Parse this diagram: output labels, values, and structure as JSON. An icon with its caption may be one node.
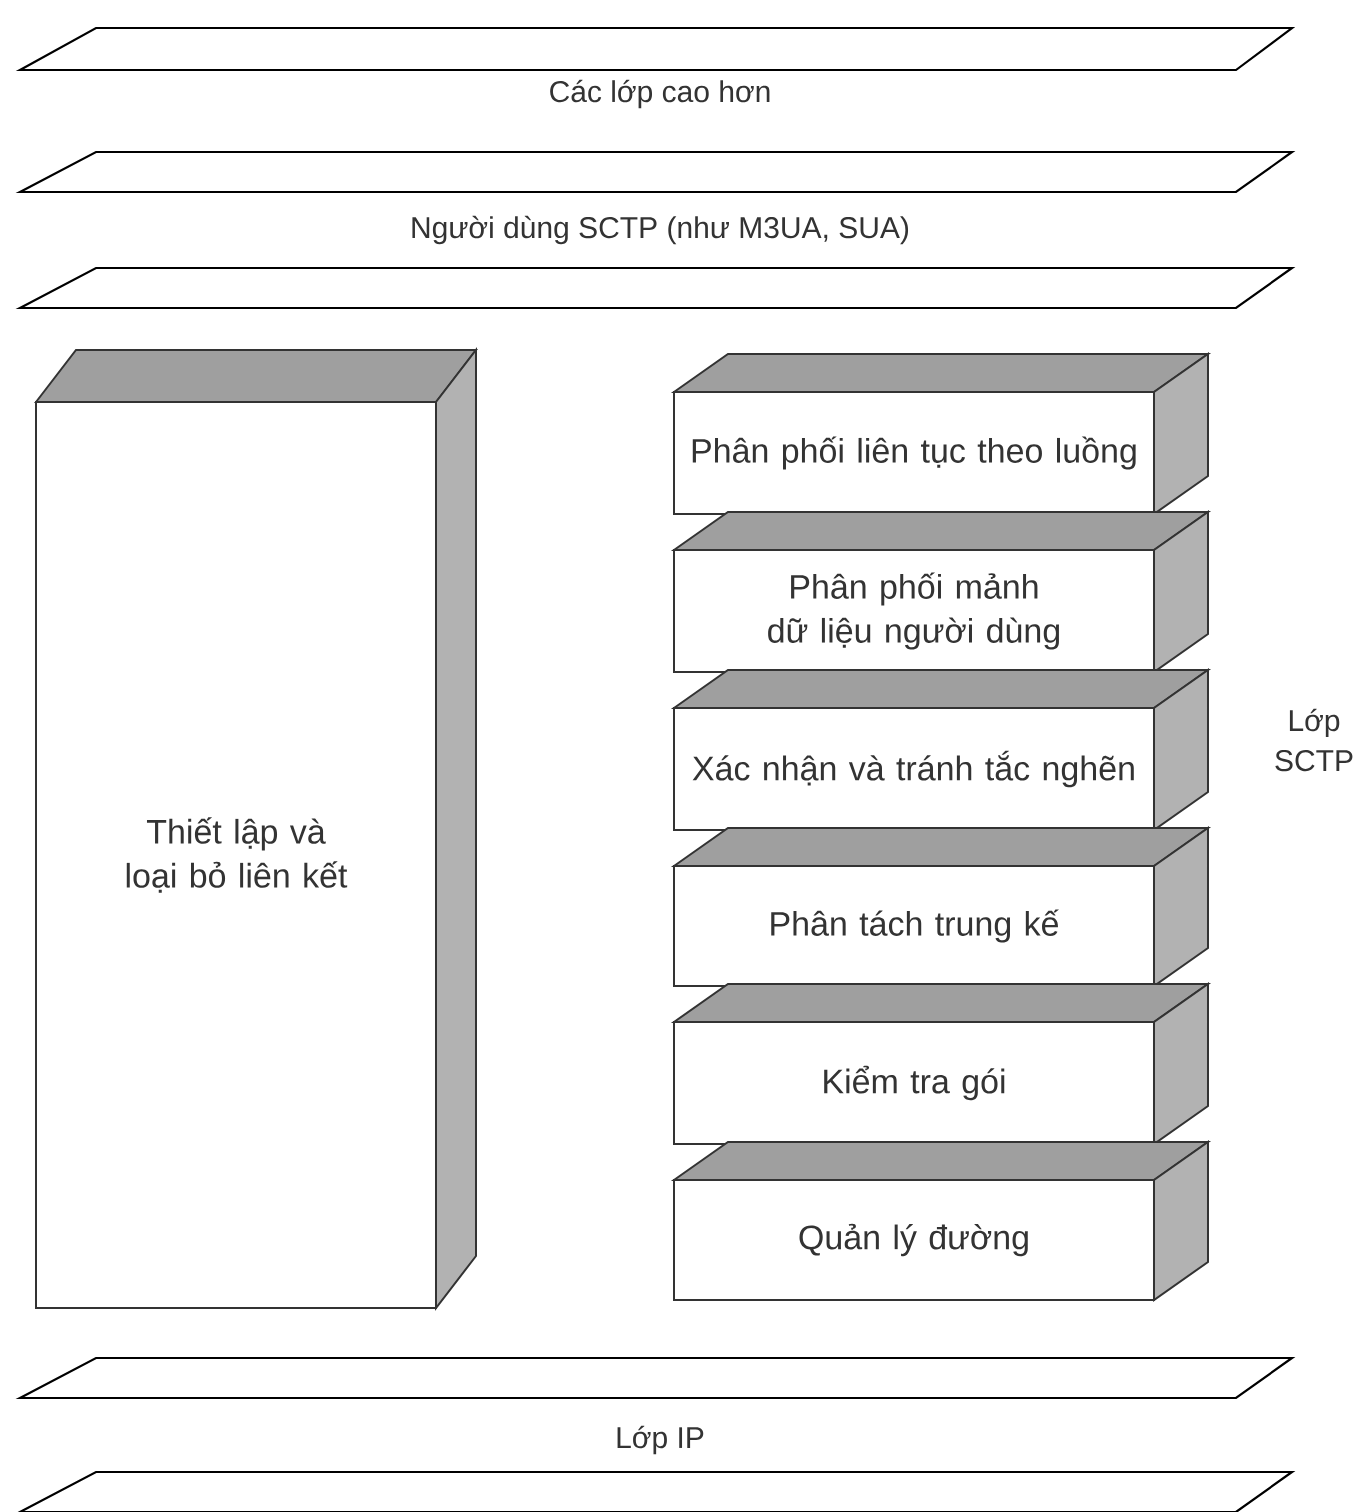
{
  "diagram": {
    "nodes": [
      {
        "text": [
          "Thiết lập và loại bỏ liên kết"
        ]
      },
      {
        "text": [
          "Phân phối liên tục theo luồng"
        ]
      },
      {
        "text": [
          "Phân phối mảnh dữ liệu người dùng"
        ]
      },
      {
        "text": [
          "Xác nhận và tránh tắc nghẽn"
        ]
      },
      {
        "text": [
          "Phân tách trung kế"
        ]
      },
      {
        "text": [
          "Kiểm tra gói"
        ]
      },
      {
        "text": [
          "Quản lý đường"
        ]
      }
    ],
    "labels": [
      "Các lớp cao hơn",
      "Người dùng SCTP (như M3UA, SUA)",
      "Lớp SCTP",
      "Lớp IP"
    ]
  }
}
